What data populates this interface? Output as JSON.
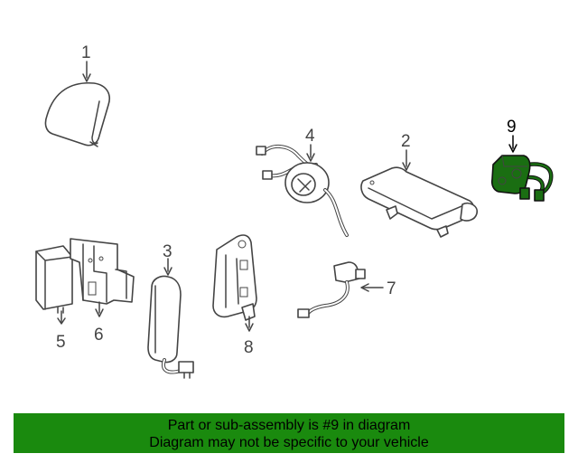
{
  "diagram": {
    "callouts": {
      "c1": "1",
      "c2": "2",
      "c3": "3",
      "c4": "4",
      "c5": "5",
      "c6": "6",
      "c7": "7",
      "c8": "8",
      "c9": "9"
    },
    "highlighted_part": "9",
    "highlight_color": "#1a6e12"
  },
  "banner": {
    "line1": "Part or sub-assembly is #9 in diagram",
    "line2": "Diagram may not be specific to your vehicle",
    "background": "#1a8a0e"
  }
}
